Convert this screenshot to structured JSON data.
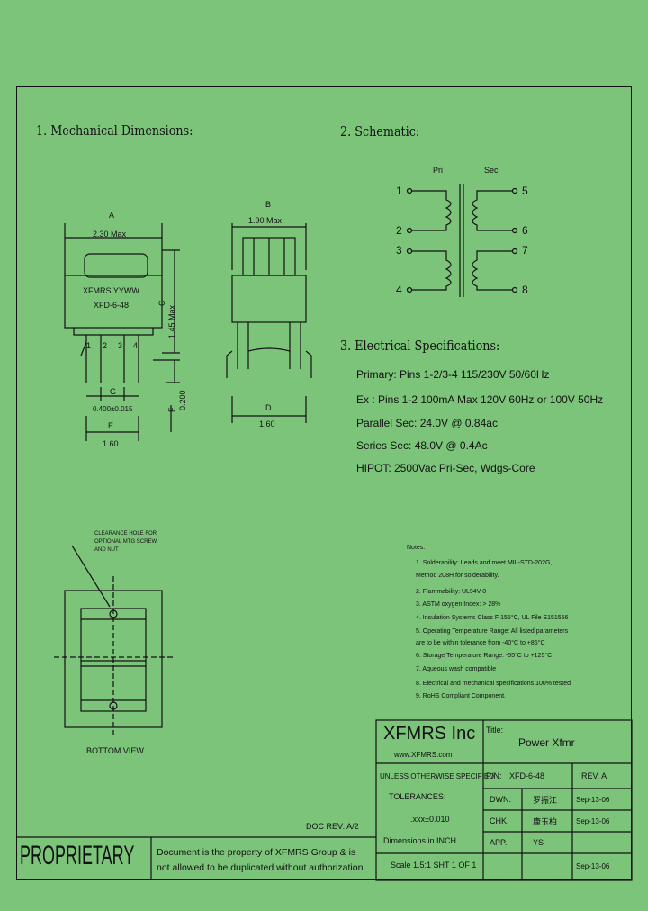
{
  "sections": {
    "mechanical_title": "1. Mechanical Dimensions:",
    "schematic_title": "2. Schematic:",
    "electrical_title": "3. Electrical Specifications:"
  },
  "mechanical": {
    "dim_a": "A",
    "dim_a_value": "2.30 Max",
    "dim_b": "B",
    "dim_b_value": "1.90 Max",
    "dim_c": "C",
    "dim_c_value": "1.45 Max",
    "dim_d": "D",
    "dim_d_value": "1.60",
    "dim_e": "E",
    "dim_e_value": "1.60",
    "dim_f": "F",
    "dim_f_value": "0.200",
    "dim_g": "G",
    "dim_g_value": "0.400±0.015",
    "marking_line1": "XFMRS  YYWW",
    "marking_line2": "XFD-6-48",
    "pin_labels": [
      "1",
      "2",
      "3",
      "4"
    ],
    "clearance_note": [
      "CLEARANCE HOLE FOR",
      "OPTIONAL MTG SCREW",
      "AND NUT"
    ],
    "bottom_view": "BOTTOM VIEW"
  },
  "schematic": {
    "pri_label": "Pri",
    "sec_label": "Sec",
    "pins_left": [
      "1",
      "2",
      "3",
      "4"
    ],
    "pins_right": [
      "5",
      "6",
      "7",
      "8"
    ]
  },
  "electrical": {
    "specs": [
      "Primary: Pins 1-2/3-4 115/230V 50/60Hz",
      "Ex : Pins 1-2 100mA Max 120V 60Hz or 100V 50Hz",
      "Parallel Sec: 24.0V @ 0.84ac",
      "Series Sec: 48.0V @ 0.4Ac",
      "HIPOT: 2500Vac Pri-Sec, Wdgs-Core"
    ]
  },
  "notes": {
    "title": "Notes:",
    "items": [
      "1. Solderability: Leads and meet MIL-STD-202G,",
      "    Method 208H for solderability.",
      "2. Flammability: UL94V-0",
      "3. ASTM oxygen Index: > 28%",
      "4. Insulation Systems Class F 155°C, UL File E151556",
      "5. Operating Temperature Range: All listed parameters",
      "    are to be within tolerance from -40°C to +85°C",
      "6. Storage Temperature Range: -55°C to +125°C",
      "7. Aqueous wash compatible",
      "8. Electrical and mechanical specifications 100% tested",
      "9. RoHS Compliant Component."
    ]
  },
  "title_block": {
    "company": "XFMRS Inc",
    "website": "www.XFMRS.com",
    "title_label": "Title:",
    "title_value": "Power Xfmr",
    "tolerance_line1": "UNLESS OTHERWISE SPECIFIED",
    "tolerance_line2": "TOLERANCES:",
    "tolerance_line3": ".xxx±0.010",
    "tolerance_line4": "Dimensions in INCH",
    "scale": "Scale 1.5:1  SHT 1  OF 1",
    "pn_label": "P/N:",
    "pn_value": "XFD-6-48",
    "rev": "REV. A",
    "dwn_label": "DWN.",
    "dwn_value": "罗振江",
    "dwn_date": "Sep-13-06",
    "chk_label": "CHK.",
    "chk_value": "康玉柏",
    "chk_date": "Sep-13-06",
    "app_label": "APP.",
    "app_value": "YS",
    "app_date": "Sep-13-06",
    "doc_rev": "DOC REV: A/2",
    "proprietary": "PROPRIETARY",
    "proprietary_note_line1": "Document is the property of XFMRS Group & is",
    "proprietary_note_line2": "not allowed to be duplicated without authorization."
  }
}
